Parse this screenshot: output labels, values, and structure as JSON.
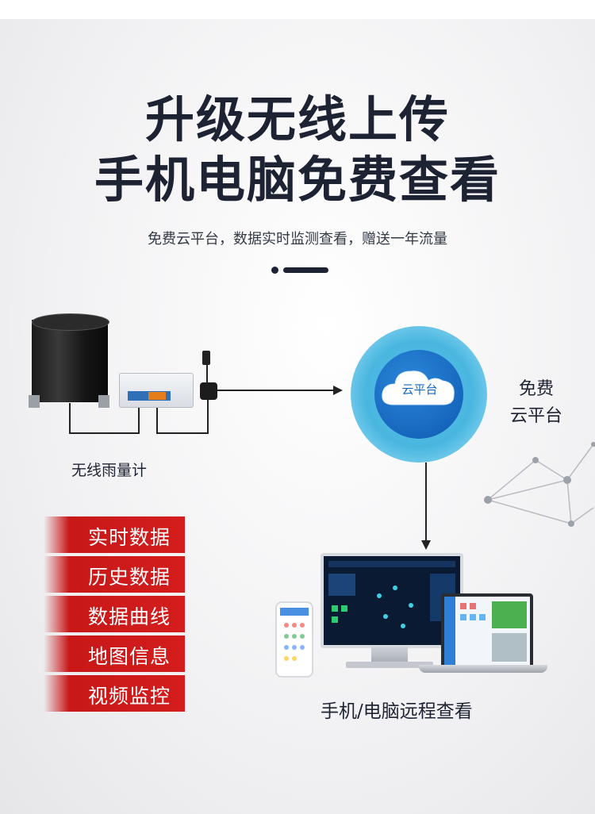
{
  "headline": {
    "line1": "升级无线上传",
    "line2": "手机电脑免费查看"
  },
  "subtitle": "免费云平台，数据实时监测查看，赠送一年流量",
  "gauge_label": "无线雨量计",
  "cloud": {
    "badge": "云平台",
    "side_label_line1": "免费",
    "side_label_line2": "云平台"
  },
  "features": [
    "实时数据",
    "历史数据",
    "数据曲线",
    "地图信息",
    "视频监控"
  ],
  "devices_label": "手机/电脑远程查看",
  "colors": {
    "headline": "#1e2333",
    "feature_red": "#d41d1d",
    "cloud_blue": "#1667be",
    "cloud_glow": "#49b6e0"
  },
  "icons": [
    "cloud-icon",
    "arrow-right-icon",
    "arrow-down-icon",
    "rain-gauge-icon",
    "monitor-icon",
    "laptop-icon",
    "phone-icon"
  ]
}
